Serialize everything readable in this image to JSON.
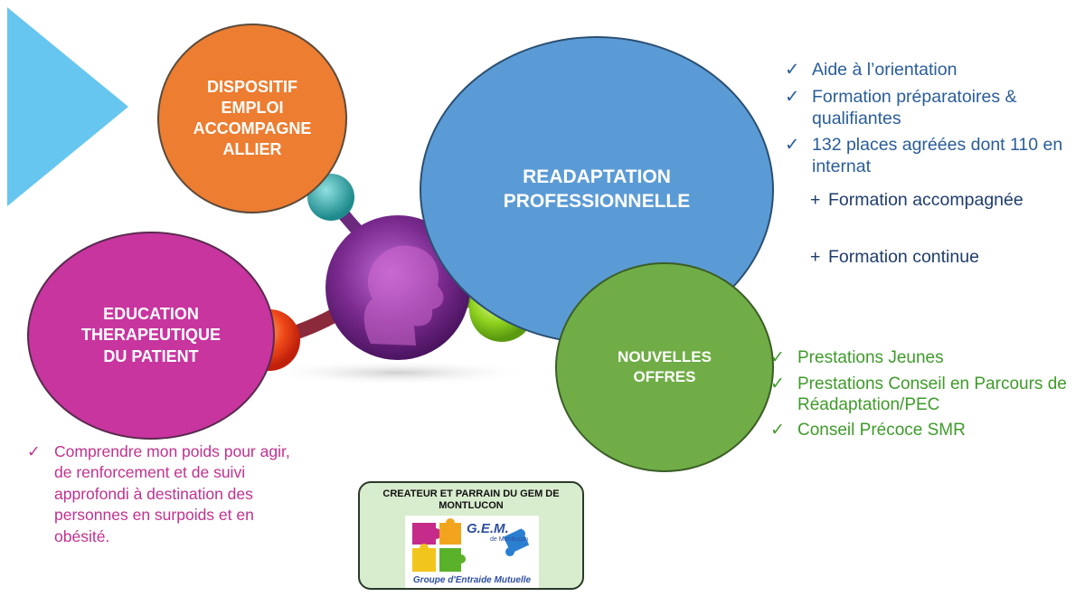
{
  "circles": {
    "orange": "DISPOSITIF\nEMPLOI\nACCOMPAGNE\nALLIER",
    "blue": "READAPTATION\nPROFESSIONNELLE",
    "pink": "EDUCATION\nTHERAPEUTIQUE\nDU PATIENT",
    "green": "NOUVELLES\nOFFRES"
  },
  "readaptation_list": [
    "Aide à l’orientation",
    "Formation préparatoires & qualifiantes",
    "132 places agréées dont 110 en internat"
  ],
  "readaptation_plus": [
    "Formation accompagnée",
    "Formation continue"
  ],
  "nouvelles_offres_list": [
    "Prestations Jeunes",
    "Prestations Conseil en Parcours de Réadaptation/PEC",
    "Conseil Précoce SMR"
  ],
  "education_list": [
    "Comprendre mon poids pour agir, de renforcement et de suivi approfondi à destination des personnes en surpoids et en obésité."
  ],
  "gem": {
    "caption": "CREATEUR ET PARRAIN DU GEM DE MONTLUCON",
    "logo_title": "G.E.M.",
    "logo_sub": "de Montluçon",
    "logo_name": "Groupe d'Entraide Mutuelle"
  },
  "symbols": {
    "check": "✓",
    "plus": "+"
  },
  "colors": {
    "orange": "#ED7D31",
    "blue": "#5B9BD5",
    "pink": "#C8359F",
    "green": "#70AD47",
    "teal": "#2aa5a5",
    "purple": "#7a2a8e",
    "triangle": "#66c6ef"
  },
  "icons": {
    "triangle": "play-triangle-icon",
    "molecule": "molecule-head-icon",
    "puzzle": "puzzle-icon",
    "check": "check-icon"
  }
}
